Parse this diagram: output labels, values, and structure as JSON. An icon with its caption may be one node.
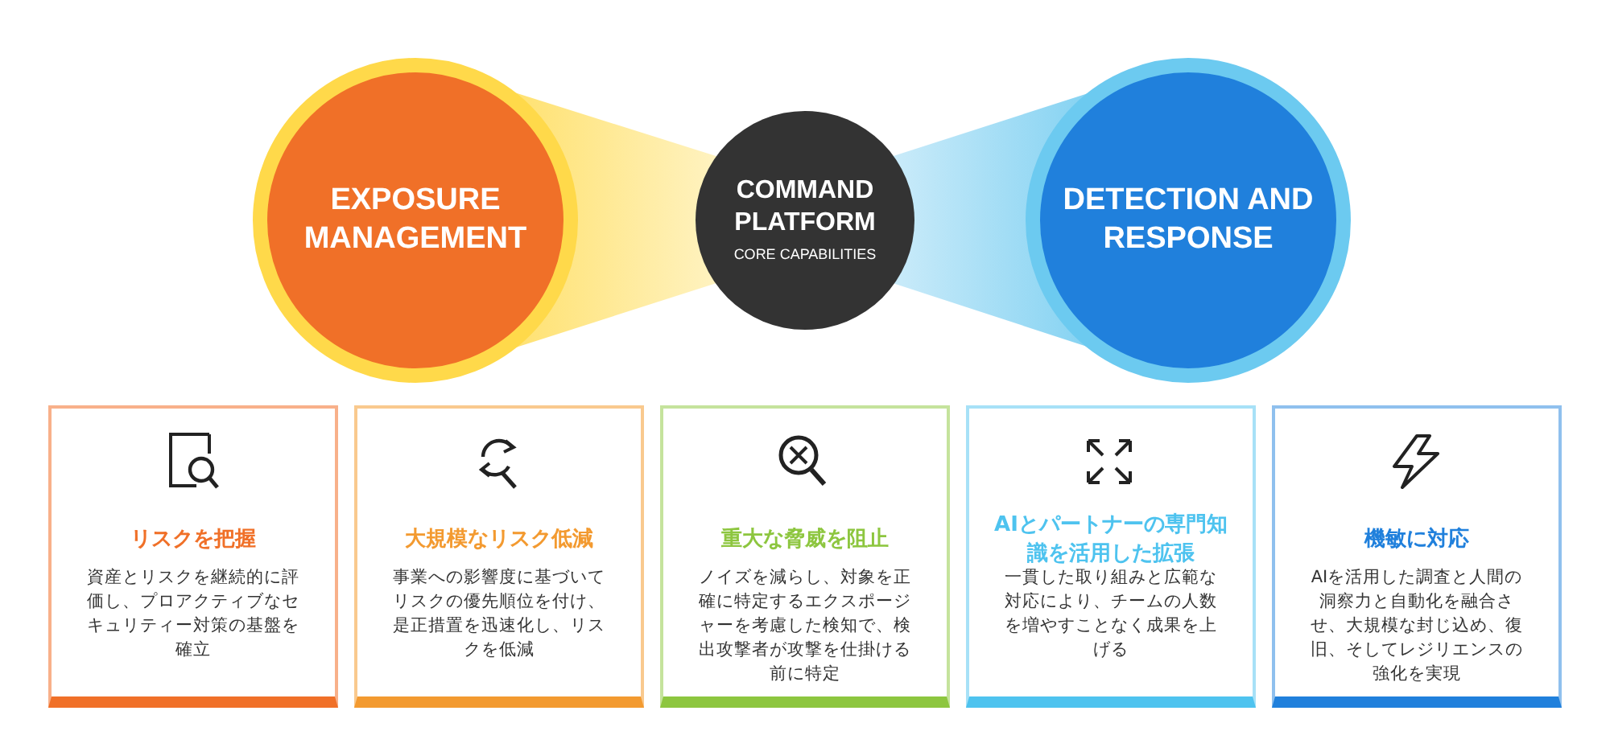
{
  "diagram": {
    "nodes": [
      {
        "text": [
          "EXPOSURE MANAGEMENT"
        ]
      },
      {
        "text": [
          "COMMAND PLATFORM",
          "CORE CAPABILITIES"
        ]
      },
      {
        "text": [
          "DETECTION AND RESPONSE"
        ]
      },
      {
        "text": [
          "リスクを把握",
          "資産とリスクを継続的に評価し、プロアクティブなセキュリティー対策の基盤を確立"
        ]
      },
      {
        "text": [
          "大規模なリスク低減",
          "事業への影響度に基づいてリスクの優先順位を付け、是正措置を迅速化し、リスクを低減"
        ]
      },
      {
        "text": [
          "重大な脅威を阻止",
          "ノイズを減らし、対象を正確に特定するエクスポージャーを考慮した検知で、検出攻撃者が攻撃を仕掛ける前に特定"
        ]
      },
      {
        "text": [
          "AIとパートナーの専門知識を活用した拡張",
          "一貫した取り組みと広範な対応により、チームの人数を増やすことなく成果を上げる"
        ]
      },
      {
        "text": [
          "機敏に対応",
          "AIを活用した調査と人間の洞察力と自動化を融合させ、大規模な封じ込め、復旧、そしてレジリエンスの強化を実現"
        ]
      }
    ]
  }
}
